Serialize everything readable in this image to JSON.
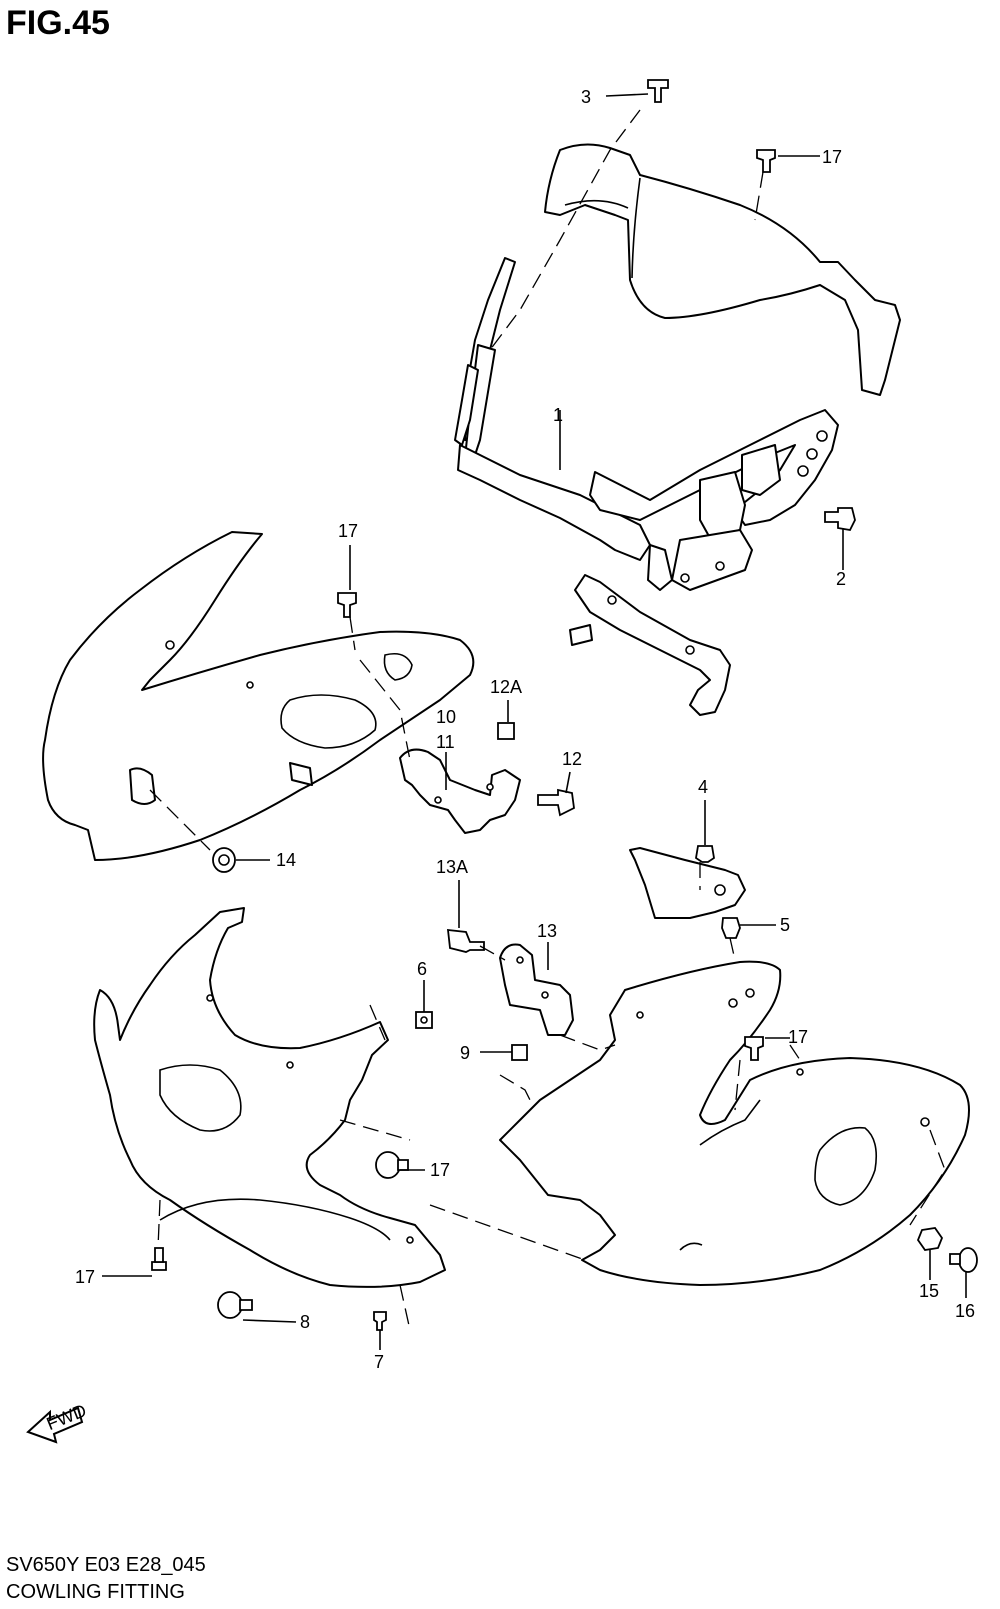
{
  "figure": {
    "title": "FIG.45"
  },
  "footer": {
    "code": "SV650Y E03 E28_045",
    "name": "COWLING FITTING"
  },
  "fwd_badge": "FWD",
  "callouts": [
    "3",
    "17",
    "1",
    "2",
    "17",
    "12A",
    "10",
    "11",
    "12",
    "14",
    "4",
    "13A",
    "5",
    "13",
    "6",
    "9",
    "17",
    "17",
    "17",
    "15",
    "16",
    "8",
    "7"
  ]
}
